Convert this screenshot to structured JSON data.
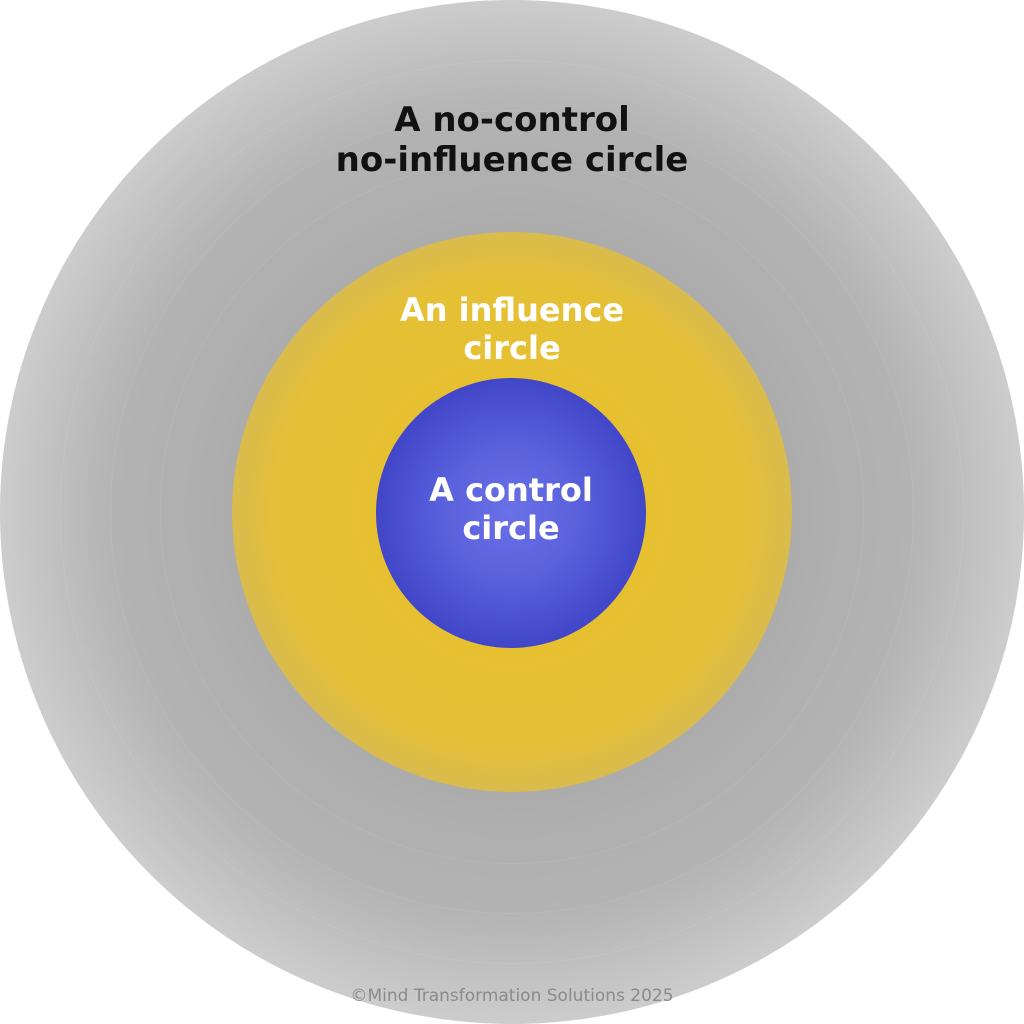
{
  "diagram": {
    "type": "concentric circles",
    "circles": [
      {
        "id": "no-control",
        "label_lines": [
          "A no-control",
          "no-influence circle"
        ],
        "color": "#a8a8a8",
        "text_color": "#111111"
      },
      {
        "id": "influence",
        "label_lines": [
          "An influence",
          "circle"
        ],
        "color": "#e6c034",
        "text_color": "#ffffff"
      },
      {
        "id": "control",
        "label_lines": [
          "A control",
          "circle"
        ],
        "color": "#4a50d4",
        "text_color": "#ffffff"
      }
    ]
  },
  "footer": {
    "copyright": "©Mind Transformation Solutions 2025"
  }
}
